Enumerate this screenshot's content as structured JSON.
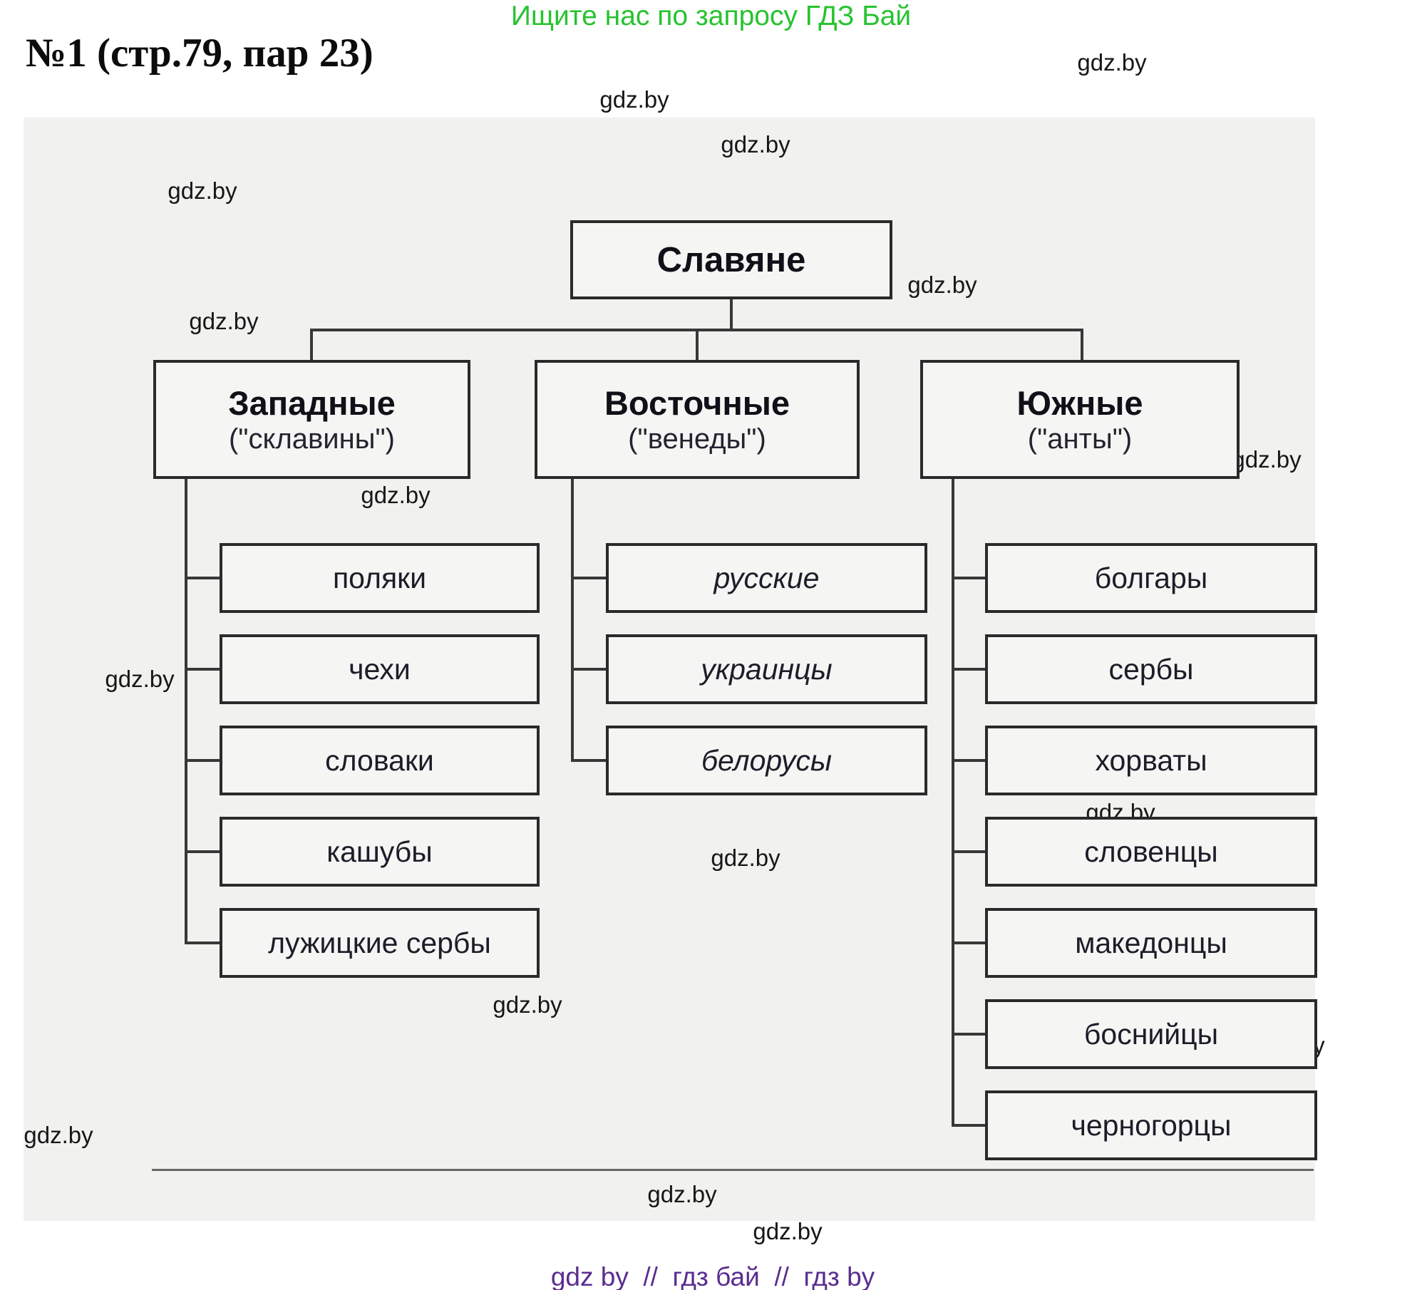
{
  "page": {
    "promo_banner": "Ищите нас по запросу ГДЗ Бай",
    "title": "№1 (стр.79, пар 23)",
    "watermark": "gdz.by",
    "footer": "gdz by  //  гдз бай  //  гдз by"
  },
  "colors": {
    "promo_green": "#27c32f",
    "footer_purple": "#5a2c90",
    "panel_gray": "#f1f1ef",
    "box_border": "#2a2a2a",
    "text_dark": "#1d1d29"
  },
  "tree": {
    "root": {
      "label": "Славяне"
    },
    "branches": [
      {
        "label": "Западные",
        "subtitle": "(\"склавины\")",
        "children": [
          "поляки",
          "чехи",
          "словаки",
          "кашубы",
          "лужицкие сербы"
        ]
      },
      {
        "label": "Восточные",
        "subtitle": "(\"венеды\")",
        "children": [
          "русские",
          "украинцы",
          "белорусы"
        ]
      },
      {
        "label": "Южные",
        "subtitle": "(\"анты\")",
        "children": [
          "болгары",
          "сербы",
          "хорваты",
          "словенцы",
          "македонцы",
          "боснийцы",
          "черногорцы"
        ]
      }
    ]
  }
}
